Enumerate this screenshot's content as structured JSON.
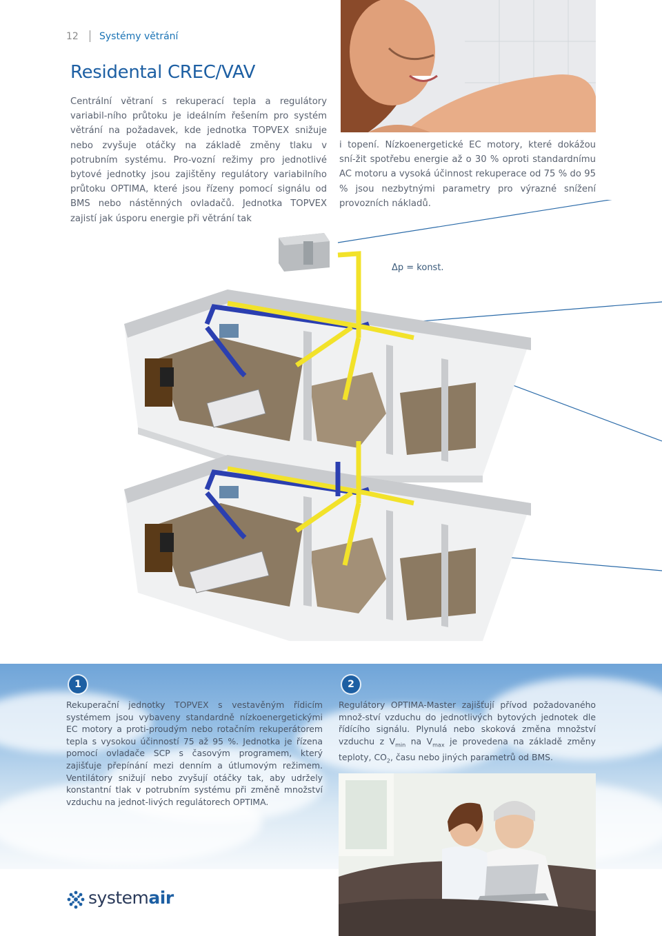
{
  "header": {
    "page_number": "12",
    "section": "Systémy větrání"
  },
  "title": "Residental CREC/VAV",
  "intro": {
    "left": "Centrální větraní s rekuperací tepla a regulátory variabil-ního průtoku je ideálním řešením pro systém větrání na požadavek, kde jednotka TOPVEX snižuje nebo zvyšuje otáčky na základě změny tlaku v potrubním systému. Pro-vozní režimy pro jednotlivé bytové jednotky jsou zajištěny regulátory variabilního průtoku OPTIMA, které jsou řízeny pomocí signálu od BMS nebo nástěnných ovladačů. Jednotka TOPVEX zajistí jak úsporu energie při větrání tak",
    "right": "i topení. Nízkoenergetické EC motory, které dokážou sní-žit spotřebu energie až o 30 % oproti standardnímu AC motoru a vysoká účinnost rekuperace od 75 % do 95 % jsou nezbytnými parametry pro výrazné snížení provozních nákladů."
  },
  "diagram": {
    "pressure_label": "Δp = konst."
  },
  "columns": [
    {
      "badge": "1",
      "text": "Rekuperační jednotky TOPVEX s vestavěným řídicím systémem jsou vybaveny standardně nízkoenergetickými EC motory a proti-proudým nebo rotačním rekuperátorem tepla s vysokou účinností 75 až 95 %. Jednotka je řízena pomocí ovladače SCP s časovým programem, který zajišťuje přepínání mezi denním a útlumovým režimem. Ventilátory snižují nebo zvyšují otáčky tak, aby udržely konstantní tlak v potrubním systému při změně množství vzduchu na jednot-livých regulátorech OPTIMA."
    },
    {
      "badge": "2",
      "text_a": "Regulátory OPTIMA-Master zajišťují přívod požadovaného množ-ství vzduchu do jednotlivých bytových jednotek dle řídícího signálu. Plynulá nebo skoková změna množství vzduchu z V",
      "sub_min": "min",
      "text_b": " na V",
      "sub_max": "max",
      "text_c": " je provedena na základě změny teploty, CO",
      "sub_2": "2",
      "text_d": ", času nebo jiných parametrů od BMS."
    }
  ],
  "logo": {
    "part1": "system",
    "part2": "air"
  },
  "colors": {
    "brand_blue": "#1d5fa3",
    "supply_yellow": "#f2e22a",
    "extract_blue": "#2b3fb0"
  }
}
